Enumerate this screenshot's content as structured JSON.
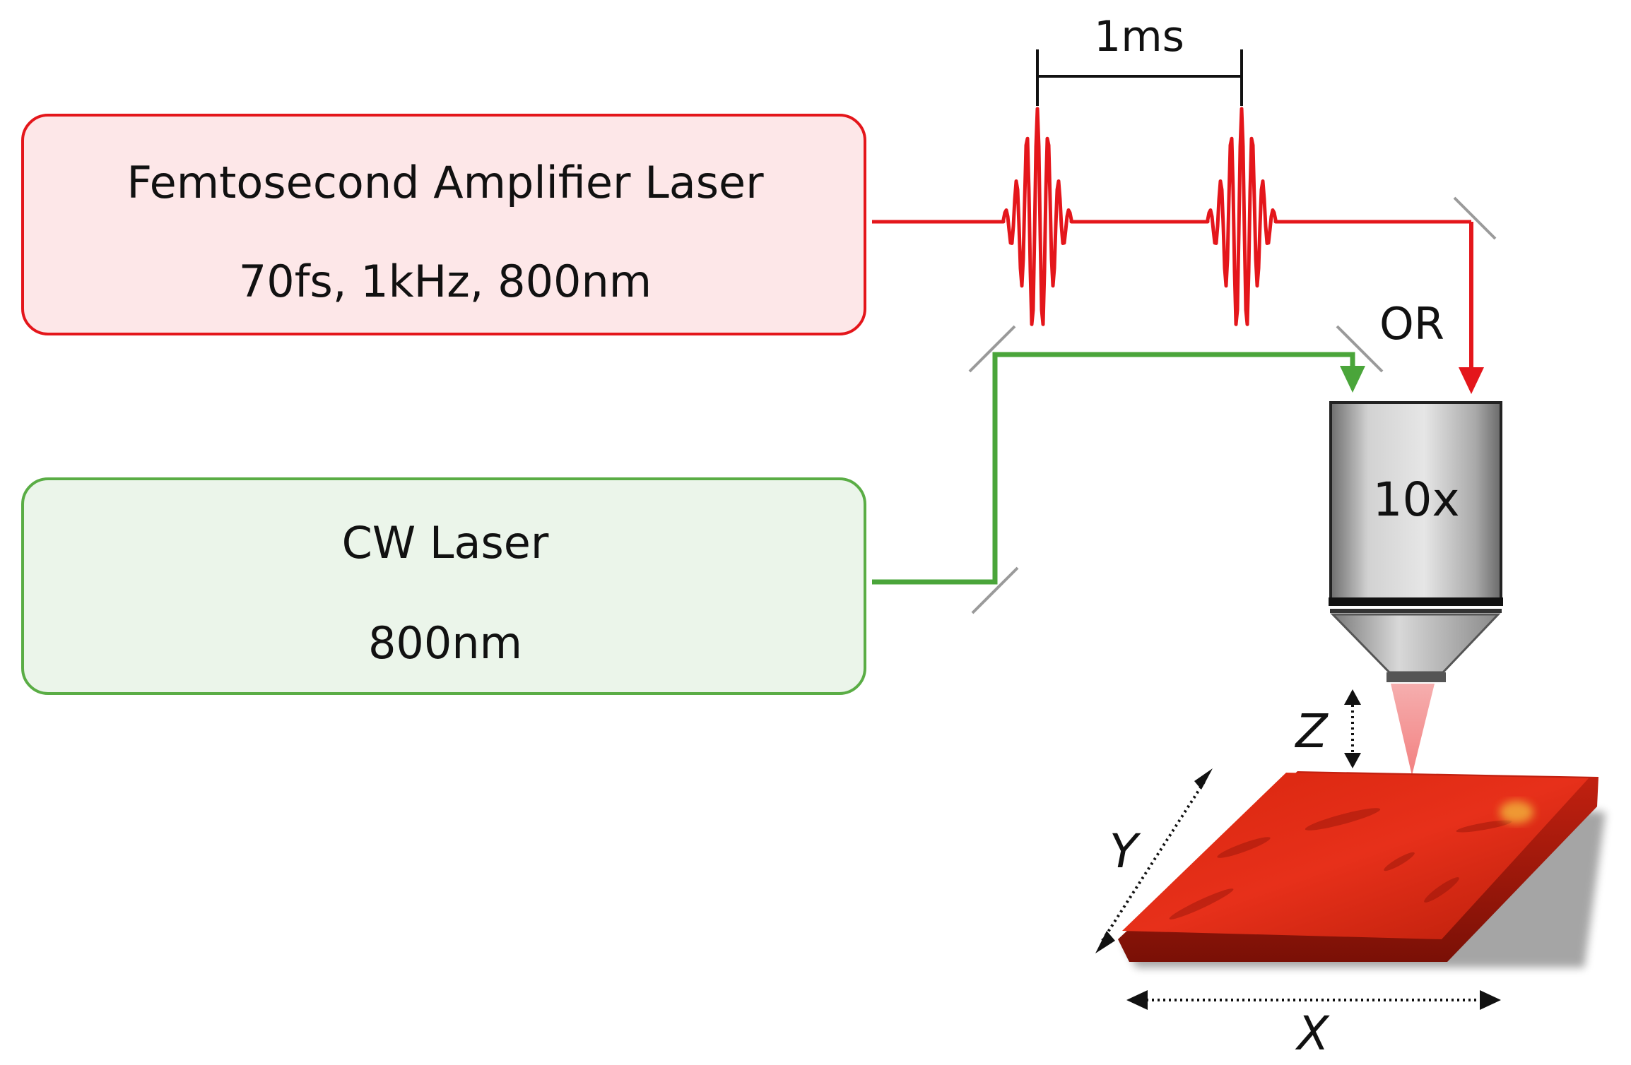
{
  "femto_box": {
    "title": "Femtosecond Amplifier Laser",
    "subtitle": "70fs, 1kHz, 800nm",
    "fill": "#fde7e8",
    "stroke": "#e4161b"
  },
  "cw_box": {
    "title": "CW Laser",
    "subtitle": "800nm",
    "fill": "#ebf5ea",
    "stroke": "#5aad45"
  },
  "pulse_interval_label": "1ms",
  "or_label": "OR",
  "objective_label": "10x",
  "axes": {
    "x": "X",
    "y": "Y",
    "z": "Z"
  },
  "colors": {
    "femto_beam": "#e4161b",
    "cw_beam": "#4aa53a",
    "mirror": "#9a9a9a"
  }
}
